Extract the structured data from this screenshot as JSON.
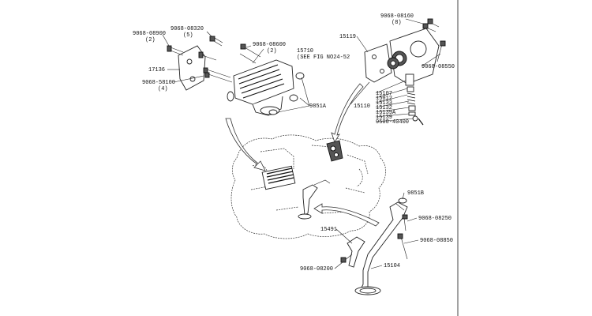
{
  "labels": {
    "p9068_08900": "9068-08900",
    "p9068_08900_q": "(2)",
    "p9068_08320": "9068-08320",
    "p9068_08320_q": "(5)",
    "p9068_08600": "9068-08600",
    "p9068_08600_q": "(2)",
    "p15710": "15710",
    "p15710_ref": "(SEE FIG NO24-52",
    "p17136": "17136",
    "p9068_58100": "9068-58100",
    "p9068_58100_q": "(4)",
    "p9851A": "9851A",
    "p9068_08160": "9068-08160",
    "p9068_08160_q": "(8)",
    "p15119": "15119",
    "p9068_08550": "9068-08550",
    "p15110": "15110",
    "p15107": "15107",
    "p15012": "15012",
    "p15133": "15133",
    "p15132": "15132",
    "p15139A": "15139A",
    "p15139": "15139",
    "p9500_40400": "9500-40400",
    "p9851B": "9851B",
    "p9068_08250": "9068-08250",
    "p9068_08850": "9068-08850",
    "p15491": "15491",
    "p9068_08200": "9068-08200",
    "p15104": "15104"
  }
}
